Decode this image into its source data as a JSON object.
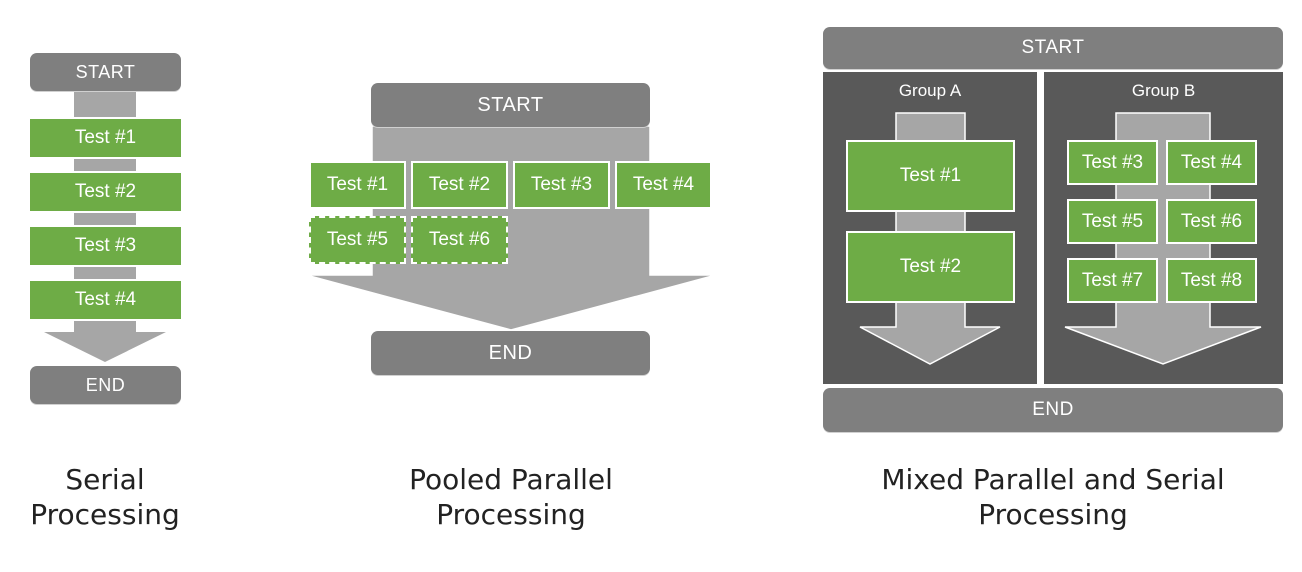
{
  "serial": {
    "start": "START",
    "end": "END",
    "tests": [
      "Test #1",
      "Test #2",
      "Test #3",
      "Test #4"
    ],
    "caption_line1": "Serial",
    "caption_line2": "Processing"
  },
  "pooled": {
    "start": "START",
    "end": "END",
    "tests": [
      "Test #1",
      "Test #2",
      "Test #3",
      "Test #4",
      "Test #5",
      "Test #6"
    ],
    "caption_line1": "Pooled Parallel",
    "caption_line2": "Processing"
  },
  "mixed": {
    "start": "START",
    "end": "END",
    "group_a": {
      "label": "Group A",
      "tests": [
        "Test #1",
        "Test #2"
      ]
    },
    "group_b": {
      "label": "Group B",
      "tests": [
        "Test #3",
        "Test #4",
        "Test #5",
        "Test #6",
        "Test #7",
        "Test #8"
      ]
    },
    "caption_line1": "Mixed Parallel and Serial",
    "caption_line2": "Processing"
  },
  "colors": {
    "header_gray": "#7f7f7f",
    "flow_gray": "#a6a6a6",
    "panel_dark": "#595959",
    "test_green": "#6eac46"
  }
}
